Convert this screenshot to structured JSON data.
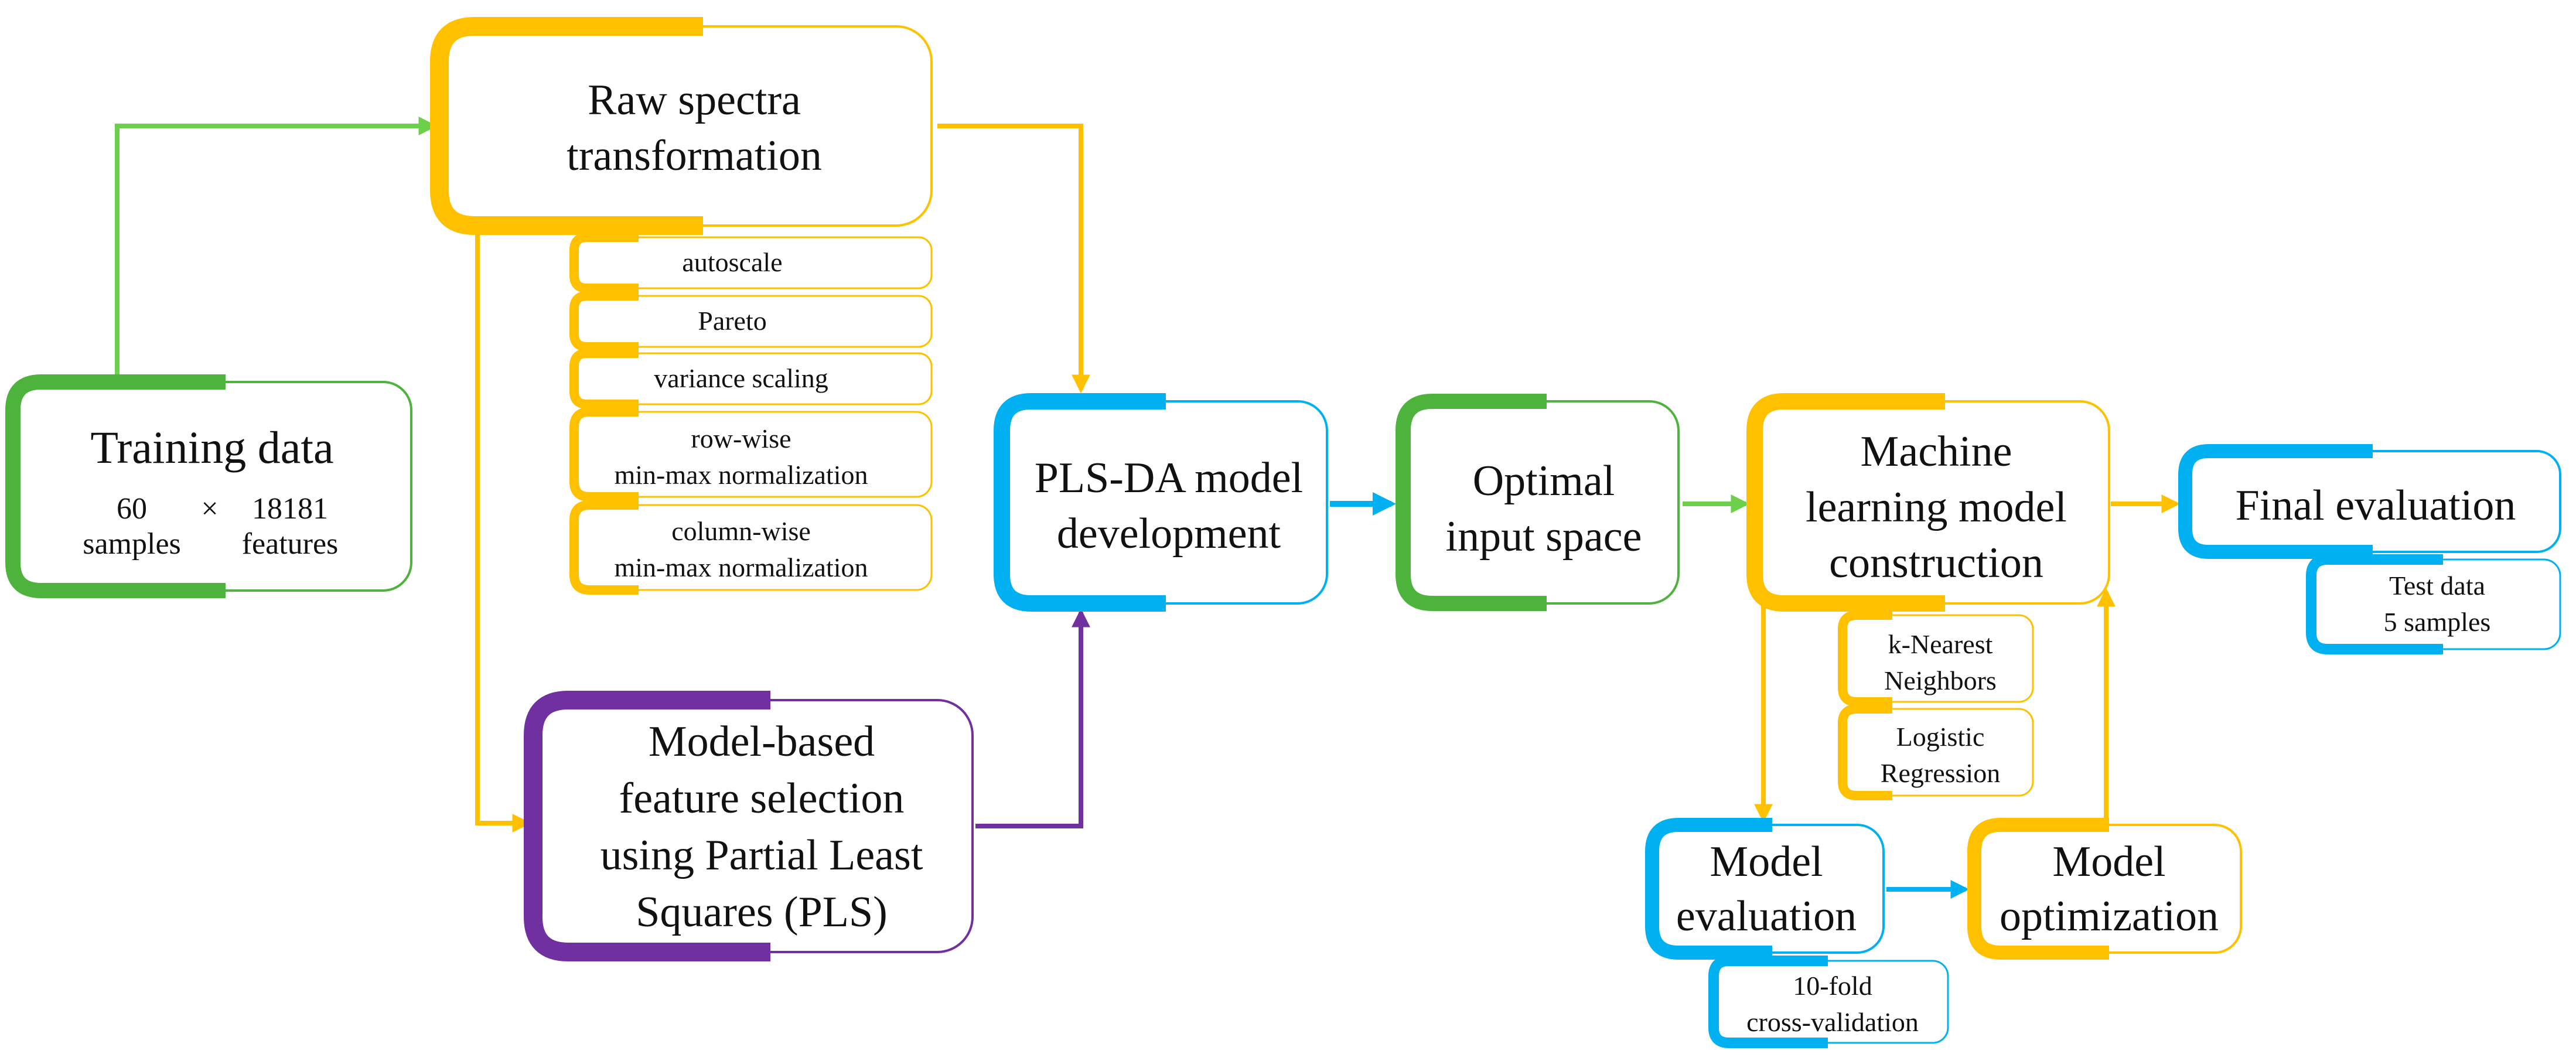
{
  "colors": {
    "green": "#4DB33D",
    "green_arrow": "#6CD04A",
    "yellow": "#FFC000",
    "blue": "#00B0F0",
    "purple": "#7030A0"
  },
  "nodes": {
    "training": {
      "title": "Training data",
      "samples_count": "60",
      "samples_label": "samples",
      "times": "×",
      "features_count": "18181",
      "features_label": "features"
    },
    "raw": {
      "line1": "Raw spectra",
      "line2": "transformation"
    },
    "transforms": [
      {
        "line1": "autoscale"
      },
      {
        "line1": "Pareto"
      },
      {
        "line1": "variance scaling"
      },
      {
        "line1": "row-wise",
        "line2": "min-max normalization"
      },
      {
        "line1": "column-wise",
        "line2": "min-max normalization"
      }
    ],
    "plsda": {
      "line1": "PLS-DA model",
      "line2": "development"
    },
    "feature_selection": {
      "line1": "Model-based",
      "line2": "feature selection",
      "line3": "using Partial Least",
      "line4": "Squares (PLS)"
    },
    "optimal": {
      "line1": "Optimal",
      "line2": "input space"
    },
    "ml": {
      "line1": "Machine",
      "line2": "learning model",
      "line3": "construction"
    },
    "ml_models": [
      {
        "line1": "k-Nearest",
        "line2": "Neighbors"
      },
      {
        "line1": "Logistic",
        "line2": "Regression"
      }
    ],
    "final": {
      "title": "Final evaluation"
    },
    "test": {
      "line1": "Test data",
      "line2": "5 samples"
    },
    "eval": {
      "line1": "Model",
      "line2": "evaluation"
    },
    "cv": {
      "line1": "10-fold",
      "line2": "cross-validation"
    },
    "opt": {
      "line1": "Model",
      "line2": "optimization"
    }
  }
}
